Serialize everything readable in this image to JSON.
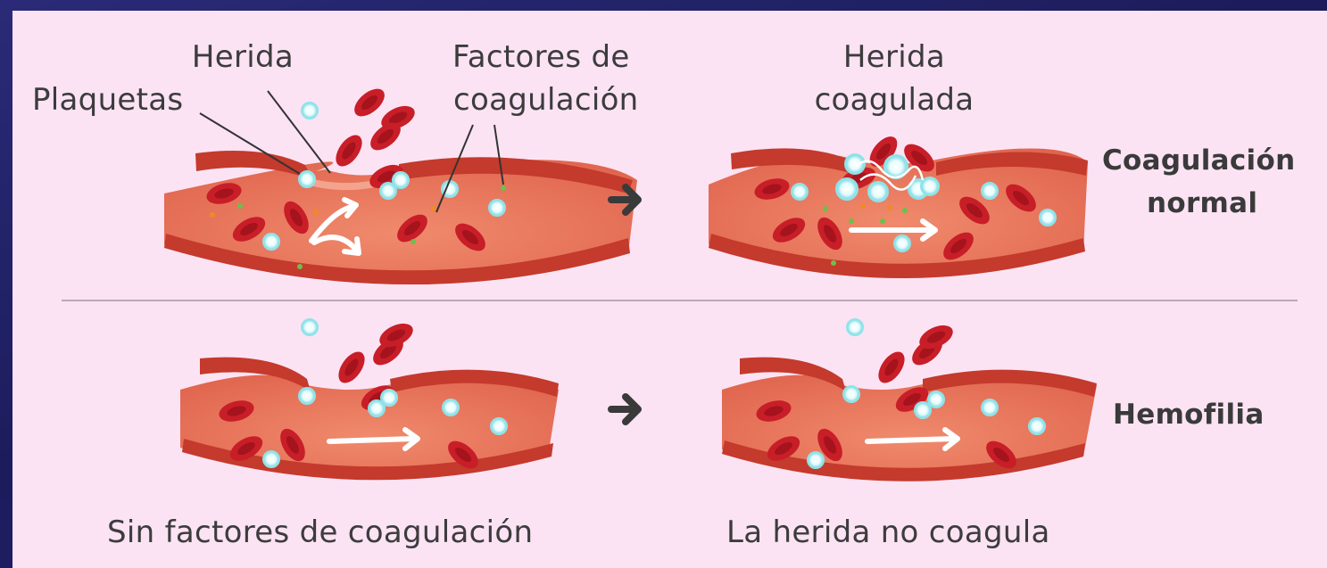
{
  "labels": {
    "herida": "Herida",
    "plaquetas": "Plaquetas",
    "factores": "Factores de",
    "factores_line2": "coagulación",
    "herida_coagulada": "Herida",
    "herida_coagulada_line2": "coagulada",
    "sin_factores": "Sin factores de coagulación",
    "no_coagula": "La herida no coagula"
  },
  "rows": {
    "normal_line1": "Coagulación",
    "normal_line2": "normal",
    "hemofilia": "Hemofilia"
  },
  "colors": {
    "background": "#fbe3f4",
    "vessel_wall": "#c43a2c",
    "vessel_inner": "#e8785e",
    "blood_cell": "#c81e28",
    "platelet": "#e6fbfc",
    "factor": "#6cc04a",
    "arrow": "#3a3a3a"
  }
}
